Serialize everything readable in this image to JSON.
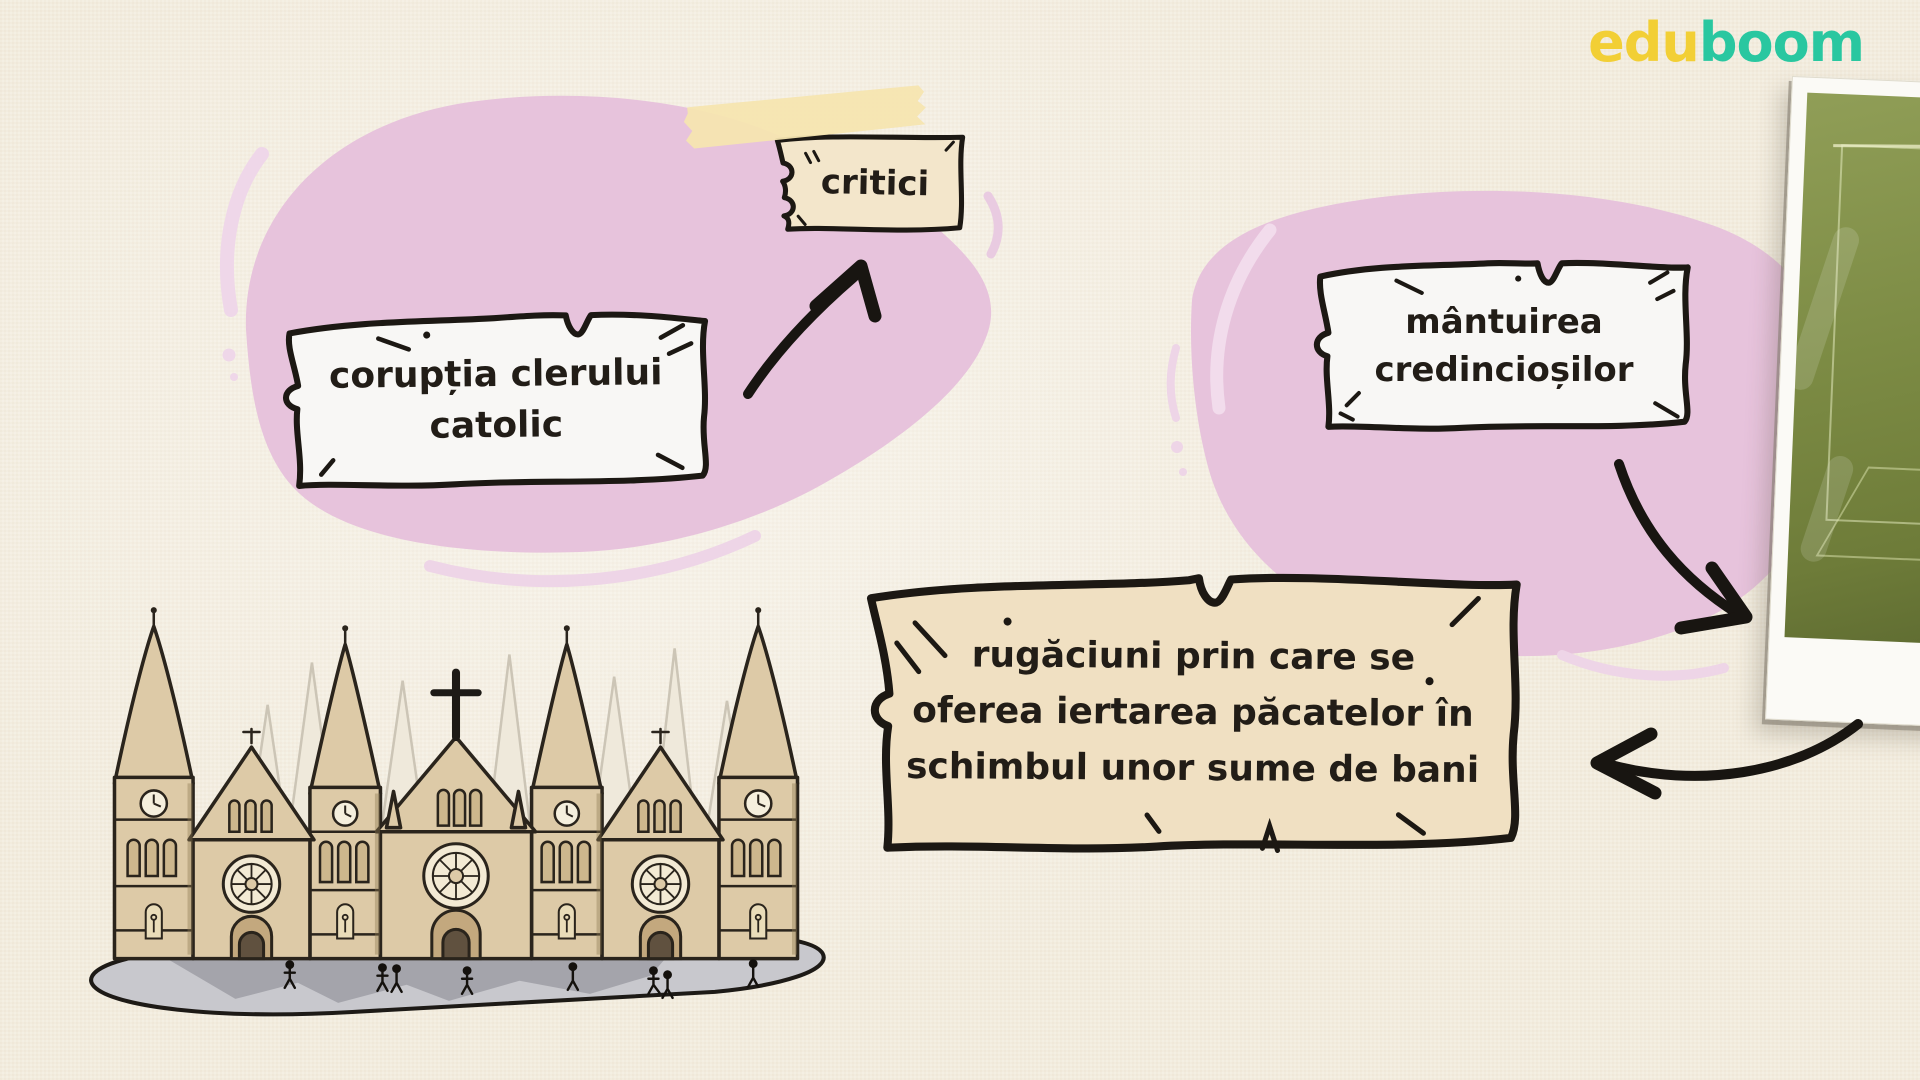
{
  "brand": {
    "logo_part1": "edu",
    "logo_part2": "boom"
  },
  "diagram": {
    "cause_note": {
      "line1": "corupția clerului",
      "line2": "catolic"
    },
    "critics_note": {
      "label": "critici"
    },
    "salvation_note": {
      "line1": "mântuirea",
      "line2": "credincioșilor"
    },
    "indulgences_note": {
      "line1": "rugăciuni prin care se",
      "line2": "oferea iertarea păcatelor în",
      "line3": "schimbul unor sume de bani"
    }
  },
  "illustrations": {
    "cathedral": "gothic-cathedral-with-plaza",
    "photo": "museum-photo-of-indulgence-parchment"
  },
  "colors": {
    "background": "#f4eee1",
    "blob_pink": "#e7c3dc",
    "accent_pink_light": "#efd7e9",
    "note_white": "#f8f7f5",
    "note_tan": "#f0e0c2",
    "tape": "#f6e5b0",
    "ink": "#1c1813",
    "logo_yellow": "#f2cf35",
    "logo_teal": "#29c7a0",
    "cathedral_tan": "#ddcaa7",
    "plaza_gray": "#c8c8cd",
    "photo_green": "#7c8b44",
    "parchment_yellow": "#d9c548"
  }
}
